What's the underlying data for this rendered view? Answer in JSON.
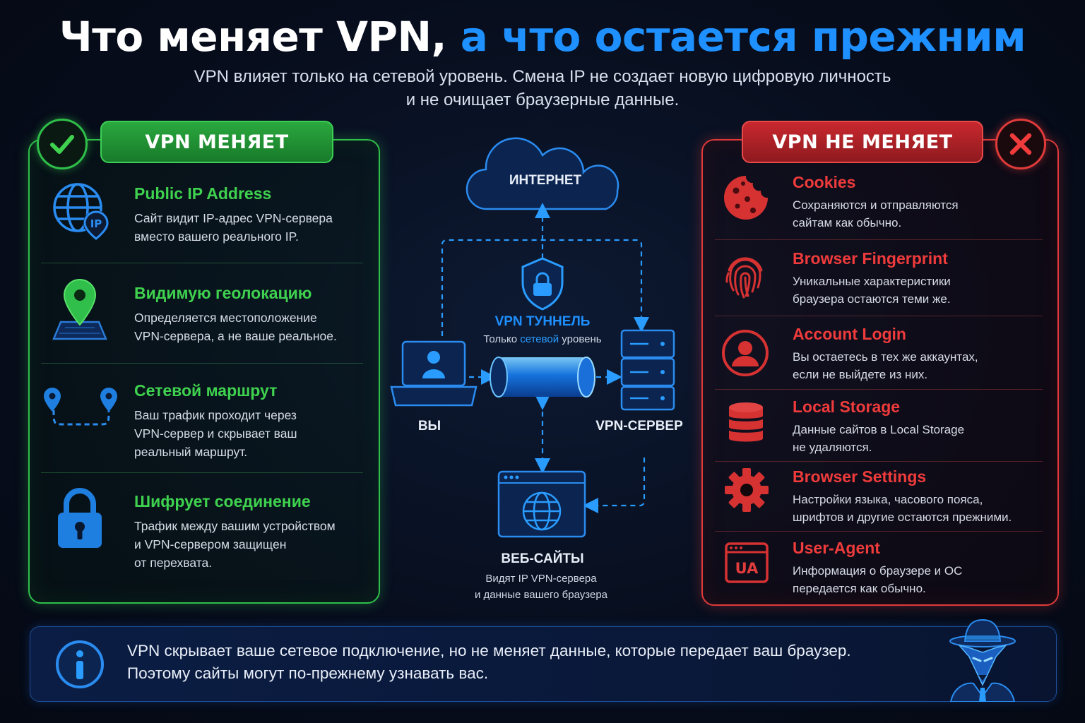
{
  "title": {
    "part1": "Что меняет VPN,",
    "part2": "а что остается прежним"
  },
  "subtitle": {
    "line1": "VPN влияет только на сетевой уровень. Смена IP не создает новую цифровую личность",
    "line2": "и не очищает браузерные данные."
  },
  "left_panel": {
    "header": "VPN МЕНЯЕТ",
    "items": [
      {
        "title": "Public IP Address",
        "lines": [
          "Сайт видит IP-адрес VPN-сервера",
          "вместо вашего реального IP."
        ],
        "icon": "globe-ip-icon"
      },
      {
        "title": "Видимую геолокацию",
        "lines": [
          "Определяется местоположение",
          "VPN-сервера, а не ваше реальное."
        ],
        "icon": "map-pin-icon"
      },
      {
        "title": "Сетевой маршрут",
        "lines": [
          "Ваш трафик проходит через",
          "VPN-сервер и скрывает ваш",
          "реальный маршрут."
        ],
        "icon": "route-icon"
      },
      {
        "title": "Шифрует соединение",
        "lines": [
          "Трафик между вашим устройством",
          "и VPN-сервером защищен",
          "от перехвата."
        ],
        "icon": "lock-icon"
      }
    ]
  },
  "right_panel": {
    "header": "VPN НЕ МЕНЯЕТ",
    "items": [
      {
        "title": "Cookies",
        "lines": [
          "Сохраняются и отправляются",
          "сайтам как обычно."
        ],
        "icon": "cookie-icon"
      },
      {
        "title": "Browser Fingerprint",
        "lines": [
          "Уникальные характеристики",
          "браузера остаются теми же."
        ],
        "icon": "fingerprint-icon"
      },
      {
        "title": "Account Login",
        "lines": [
          "Вы остаетесь в тех же аккаунтах,",
          "если не выйдете из них."
        ],
        "icon": "user-icon"
      },
      {
        "title": "Local Storage",
        "lines": [
          "Данные сайтов в Local Storage",
          "не удаляются."
        ],
        "icon": "database-icon"
      },
      {
        "title": "Browser Settings",
        "lines": [
          "Настройки языка, часового пояса,",
          "шрифтов и другие остаются прежними."
        ],
        "icon": "gear-icon"
      },
      {
        "title": "User-Agent",
        "lines": [
          "Информация о браузере и ОС",
          "передается как обычно."
        ],
        "icon": "ua-window-icon",
        "icon_text": "UA"
      }
    ]
  },
  "diagram": {
    "internet": "ИНТЕРНЕТ",
    "tunnel_title": "VPN ТУННЕЛЬ",
    "tunnel_sub_before": "Только ",
    "tunnel_sub_highlight": "сетевой",
    "tunnel_sub_after": " уровень",
    "you": "ВЫ",
    "server": "VPN-СЕРВЕР",
    "websites": "ВЕБ-САЙТЫ",
    "websites_sub1": "Видят IP VPN-сервера",
    "websites_sub2": "и данные вашего браузера"
  },
  "banner": {
    "line1": "VPN скрывает ваше сетевое подключение, но не меняет данные, которые передает ваш браузер.",
    "line2": "Поэтому сайты могут по-прежнему узнавать вас."
  },
  "colors": {
    "green": "#3fd24f",
    "red": "#ef3b3b",
    "blue": "#1e90ff",
    "background": "#070d1c"
  }
}
